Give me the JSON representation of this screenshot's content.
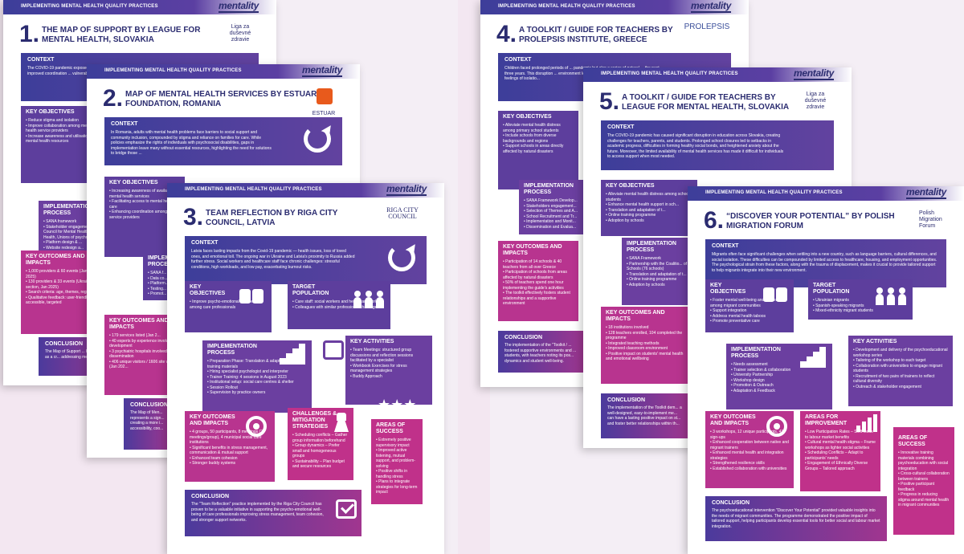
{
  "header_band": "IMPLEMENTING MENTAL HEALTH QUALITY PRACTICES",
  "brand": "mentality",
  "labels": {
    "context": "CONTEXT",
    "objectives": "KEY OBJECTIVES",
    "implementation": "IMPLEMENTATION PROCESS",
    "outcomes": "KEY OUTCOMES AND IMPACTS",
    "conclusion": "CONCLUSION",
    "target": "TARGET POPULATION",
    "activities": "KEY ACTIVITIES",
    "challenges": "CHALLENGES & MITIGATION STRATEGIES",
    "success": "AREAS OF SUCCESS",
    "improvement": "AREAS FOR IMPROVEMENT"
  },
  "cards": {
    "c1": {
      "num": "1.",
      "title": "THE MAP OF SUPPORT BY LEAGUE FOR MENTAL HEALTH, SLOVAKIA",
      "org": "Liga za duševné zdravie",
      "context": "The COVID-19 pandemic exposed ... care system, emphasizing the ... services, and improved coordination ... vulnerable groups, face barriers ...",
      "objectives": [
        "Reduce stigma and isolation",
        "Improve collaboration among mental health service providers",
        "Increase awareness and utilisation of mental health resources"
      ],
      "implementation": [
        "SANA framework",
        "Stakeholder engagement Including Council for Mental Health, Ministry of Health, Unions of psychologists",
        "Platform design & ...",
        "Website redesign a..."
      ],
      "outcomes": [
        "1,000 providers & 60 events (Jan 2025)",
        "130 providers & 33 events (Ukrainian section, Jan 2025)",
        "Search criteria: age, themes, region",
        "Qualitative feedback: user-friendly, accessible, targeted"
      ],
      "conclusion": "The Map of Support ... has emerged as a cr... addressing mental h..."
    },
    "c2": {
      "num": "2.",
      "title": "MAP OF MENTAL HEALTH SERVICES BY ESTUAR FOUNDATION, ROMANIA",
      "org": "ESTUAR",
      "context": "In Romania, adults with mental health problems face barriers to social support and community inclusion, compounded by stigma and reliance on families for care. While policies emphasize the rights of individuals with psychosocial disabilities, gaps in implementation leave many without essential resources, highlighting the need for solutions to bridge those ...",
      "objectives": [
        "Increasing awareness of available mental health services",
        "Facilitating access to mental health care",
        "Enhancing coordination among service providers"
      ],
      "implementation": [
        "SANA f...",
        "Data co...",
        "Platform...",
        "Testing...",
        "Promot..."
      ],
      "outcomes": [
        "179 services listed (Jan 2...",
        "40 experts by experience involved in development",
        "3 psychiatric hospitals involved in dissemination",
        "406 unique visitors / 1606 site visits (Jan 202..."
      ],
      "conclusion": "The Map of Men... represents a sign... creating a more i... accessibility, coo..."
    },
    "c3": {
      "num": "3.",
      "title": "TEAM REFLECTION BY RIGA CITY COUNCIL, LATVIA",
      "org": "RIGA CITY COUNCIL",
      "context": "Latvia faces lasting impacts from the Covid-19 pandemic — health issues, loss of loved ones, and emotional toll. The ongoing war in Ukraine and Latvia's proximity to Russia added further stress. Social workers and healthcare staff face chronic challenges: stressful conditions, high workloads, and low pay, exacerbating burnout risks.",
      "objectives": [
        "Improve psycho-emotional well-being among care professionals"
      ],
      "target": [
        "Care staff: social workers and healthcare workers",
        "Colleagues with similar professional challenges"
      ],
      "implementation": [
        "Preparation Phase: Translation & adaptation of training materials",
        "Hiring specialist psychologist and interpreter",
        "Trainer Training: 4 sessions in August 2023",
        "Institutional setup: social care centres & shelter",
        "Session Rollout",
        "Supervision by practice owners"
      ],
      "activities": [
        "Team Meetings: structured group discussions and reflection sessions facilitated by a specialist",
        "Workbook Exercises for stress management strategies",
        "Buddy Approach"
      ],
      "outcomes": [
        "4 groups, 50 participants, 8 meetings (2 meetings/group), 4 municipal social care institutions",
        "Significant benefits in stress management, communication & mutual support",
        "Enhanced team cohesion",
        "Stronger buddy systems"
      ],
      "challenges": [
        "Scheduling conflicts – Gather group information beforehand",
        "Group dynamics – Prefer small and homogeneous groups",
        "Sustainability – Plan budget and secure resources"
      ],
      "success": [
        "Extremely positive supervisory impact",
        "Improved active listening, mutual support, and problem-solving",
        "Positive shifts in handling stress",
        "Plans to integrate strategies for long-term impact"
      ],
      "conclusion": "The \"Team Reflection\" practice implemented by the Riga City Council has proven to be a valuable initiative in supporting the psycho-emotional well-being of care professionals improving stress management, team cohesion, and stronger support networks."
    },
    "c4": {
      "num": "4.",
      "title": "A TOOLKIT / GUIDE FOR TEACHERS BY PROLEPSIS INSTITUTE, GREECE",
      "org": "PROLEPSIS",
      "context": "Children faced prolonged periods of ... pandemic but also a series of natural ... the past three years. This disruption ... environment led to decreased engag... It also heightened feelings of isolatio...",
      "objectives": [
        "Alleviate mental health distress among primary school students",
        "Include schools from diverse backgrounds and regions",
        "Support schools in areas directly affected by natural disasters"
      ],
      "implementation": [
        "SANA Framework Develop...",
        "Stakeholders engagement...",
        "Selection of Themes and A...",
        "School Recruitment and Tr...",
        "Implementation and Monit...",
        "Dissemination and Evalua..."
      ],
      "outcomes": [
        "Participation of 14 schools & 40 teachers from all over Greece",
        "Participation of schools from areas affected by natural disasters",
        "50% of teachers spend one hour implementing the guide's activities",
        "The toolkit effectively fosters student relationships and a supportive environment"
      ],
      "conclusion": "The implementation of the \"Toolkit / ... fostered supportive environments and ... students, with teachers noting its pos... dynamics and student well-being."
    },
    "c5": {
      "num": "5.",
      "title": "A TOOLKIT / GUIDE FOR TEACHERS BY LEAGUE FOR MENTAL HEALTH, SLOVAKIA",
      "org": "Liga za duševné zdravie",
      "context": "The COVID-19 pandemic has caused significant disruption in education across Slovakia, creating challenges for teachers, parents, and students. Prolonged school closures led to setbacks in academic progress, difficulties in forming healthy social bonds, and heightened anxiety about the future. Moreover, the limited availability of mental health services has made it difficult for individuals to access support when most needed.",
      "objectives": [
        "Alleviate mental health distress among school students",
        "Enhance mental health support in sch...",
        "Translation and adaptation of t...",
        "Online training programme",
        "Adoption by schools"
      ],
      "implementation": [
        "SANA Framework",
        "Partnership with the Coalitio... of Schools (76 schools)",
        "Translation and adaptation of t...",
        "Online training programme",
        "Adoption by schools"
      ],
      "outcomes": [
        "18 institutions involved",
        "128 teachers enrolled, 104 completed the programme",
        "Integrated teaching methods",
        "Improved classroom environment",
        "Positive impact on students' mental health and emotional wellbeing"
      ],
      "conclusion": "The implementation of the Toolkit dem... a well-designed, easy-to-implement me... can have a lasting positive impact on st... and foster better relationships within th..."
    },
    "c6": {
      "num": "6.",
      "title": "“DISCOVER YOUR POTENTIAL” BY POLISH MIGRATION FORUM",
      "org": "Polish Migration Forum",
      "context": "Migrants often face significant challenges when settling into a new country, such as language barriers, cultural differences, and social isolation. These difficulties can be compounded by limited access to healthcare, housing, and employment opportunities. The psychological strain from these factors, along with the trauma of displacement, makes it crucial to provide tailored support to help migrants integrate into their new environment.",
      "objectives": [
        "Foster mental well-being and resilience among migrant communities",
        "Support integration",
        "Address mental health taboos",
        "Promote preventative care"
      ],
      "target": [
        "Ukrainian migrants",
        "Spanish-speaking migrants",
        "Mixed-ethnicity migrant students"
      ],
      "implementation": [
        "Needs assessment",
        "Trainer selection & collaboration",
        "University Partnership",
        "Workshop design",
        "Promotion & Outreach",
        "Adaptation & Feedback"
      ],
      "activities": [
        "Development and delivery of the psychoeducational workshop series",
        "Tailoring of the workshop to each target",
        "Collaboration with universities to engage migrant students",
        "Recruitment of two pairs of trainers to reflect cultural diversity",
        "Outreach & stakeholder engagement"
      ],
      "outcomes": [
        "3 workshops, 12 unique participants, 41 sign-ups",
        "Enhanced cooperation between native and migrant trainers",
        "Enhanced mental health and integration strategies",
        "Strengthened resilience skills",
        "Established collaboration with universities"
      ],
      "improvement": [
        "Low Participation Rates – Shift focus to labour market benefits",
        "Cultural mental health stigma – Frame workshops as lighter social activities",
        "Scheduling Conflicts – Adapt to participants' needs",
        "Engagement of Ethnically Diverse Groups – Tailored approach"
      ],
      "success": [
        "Innovative training materials combining psychoeducation with social integration",
        "Cross-cultural collaboration between trainers",
        "Positive participant feedback",
        "Progress in reducing stigma around mental health in migrant communities"
      ],
      "conclusion": "The psychoeducational intervention \"Discover Your Potential\" provided valuable insights into the needs of migrant communities. The programme demonstrated the positive impact of tailored support, helping participants develop essential tools for better social and labour market integration."
    }
  }
}
